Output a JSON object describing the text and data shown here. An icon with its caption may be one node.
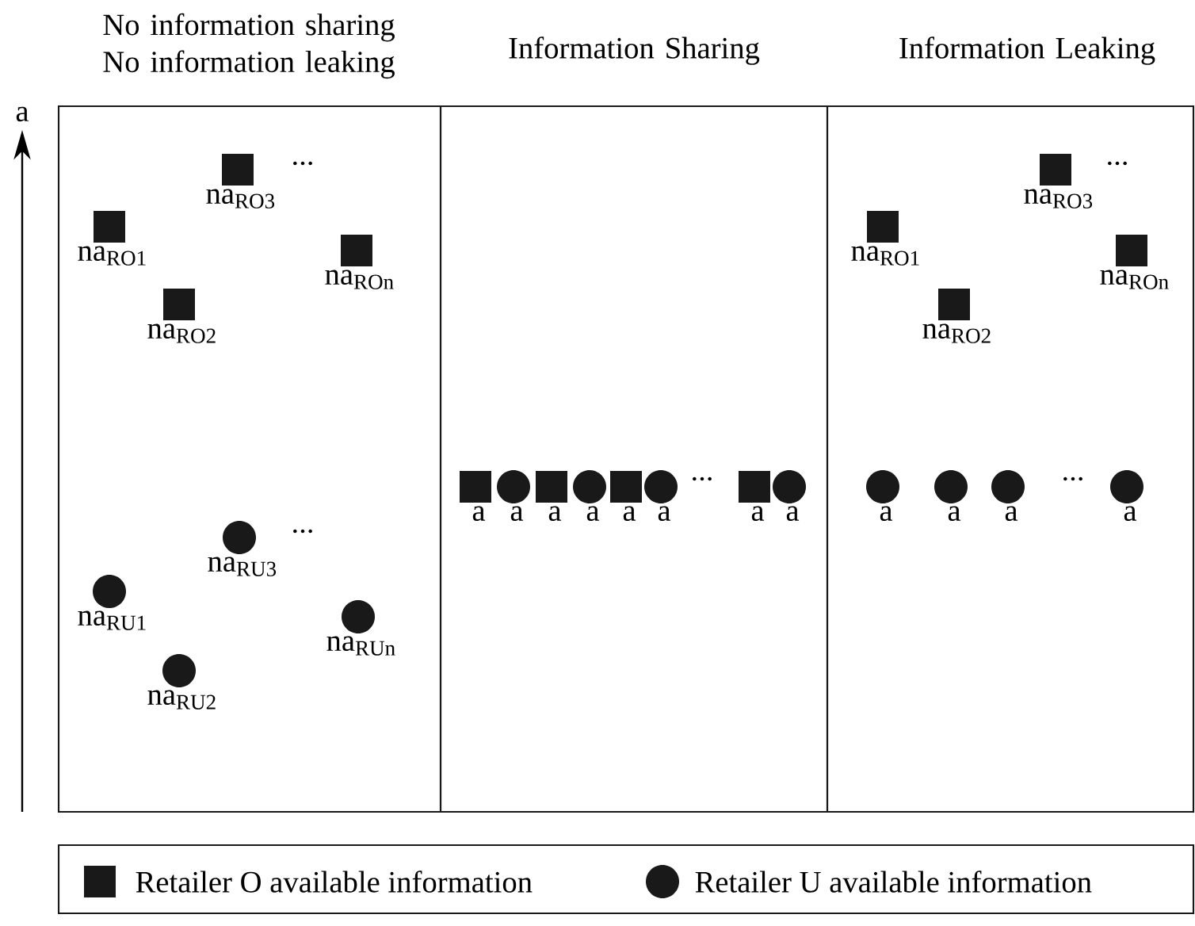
{
  "diagram": {
    "nodes": [
      {
        "text": [
          "No information sharing No information leaking"
        ]
      },
      {
        "text": [],
        "shape": "box",
        "in": 0,
        "beside": [
          "na$_{RO1}$"
        ]
      },
      {
        "text": [],
        "shape": "box",
        "in": 0,
        "beside": [
          "na$_{RO2}$"
        ]
      },
      {
        "text": [],
        "shape": "box",
        "in": 0,
        "beside": [
          "na$_{RO3}$"
        ]
      },
      {
        "text": [],
        "shape": "box",
        "in": 0,
        "beside": [
          "na$_{ROn}$"
        ]
      },
      {
        "text": [],
        "shape": "circle",
        "in": 0,
        "beside": [
          "na$_{RU1}$"
        ]
      },
      {
        "text": [],
        "shape": "circle",
        "in": 0,
        "beside": [
          "na$_{RU2}$"
        ]
      },
      {
        "text": [],
        "shape": "circle",
        "in": 0,
        "beside": [
          "na$_{RU3}$"
        ]
      },
      {
        "text": [],
        "shape": "circle",
        "in": 0,
        "beside": [
          "na$_{RUn}$"
        ]
      },
      {
        "text": [
          "Information Sharing"
        ]
      },
      {
        "text": [],
        "shape": "box",
        "in": 9,
        "beside": [
          "a"
        ]
      },
      {
        "text": [],
        "shape": "circle",
        "in": 9,
        "beside": [
          "a"
        ]
      },
      {
        "text": [],
        "shape": "box",
        "in": 9,
        "beside": [
          "a"
        ]
      },
      {
        "text": [],
        "shape": "circle",
        "in": 9,
        "beside": [
          "a"
        ]
      },
      {
        "text": [],
        "shape": "box",
        "in": 9,
        "beside": [
          "a"
        ]
      },
      {
        "text": [],
        "shape": "circle",
        "in": 9,
        "beside": [
          "a"
        ]
      },
      {
        "text": [],
        "shape": "box",
        "in": 9,
        "beside": [
          "a"
        ]
      },
      {
        "text": [],
        "shape": "circle",
        "in": 9,
        "beside": [
          "a"
        ]
      },
      {
        "text": [
          "Information Leaking"
        ]
      },
      {
        "text": [],
        "shape": "box",
        "in": 18,
        "beside": [
          "na$_{RO1}$"
        ]
      },
      {
        "text": [],
        "shape": "box",
        "in": 18,
        "beside": [
          "na$_{RO2}$"
        ]
      },
      {
        "text": [],
        "shape": "box",
        "in": 18,
        "beside": [
          "na$_{RO3}$"
        ]
      },
      {
        "text": [],
        "shape": "box",
        "in": 18,
        "beside": [
          "na$_{ROn}$"
        ]
      },
      {
        "text": [],
        "shape": "circle",
        "in": 18,
        "beside": [
          "a"
        ]
      },
      {
        "text": [],
        "shape": "circle",
        "in": 18,
        "beside": [
          "a"
        ]
      },
      {
        "text": [],
        "shape": "circle",
        "in": 18,
        "beside": [
          "a"
        ]
      },
      {
        "text": [],
        "shape": "circle",
        "in": 18,
        "beside": [
          "a"
        ]
      }
    ],
    "labels": [
      "a",
      "...",
      "...",
      "...",
      "...",
      "..."
    ],
    "legend": [
      {
        "text": "Retailer O available information"
      },
      {
        "text": "Retailer U available information"
      }
    ]
  }
}
